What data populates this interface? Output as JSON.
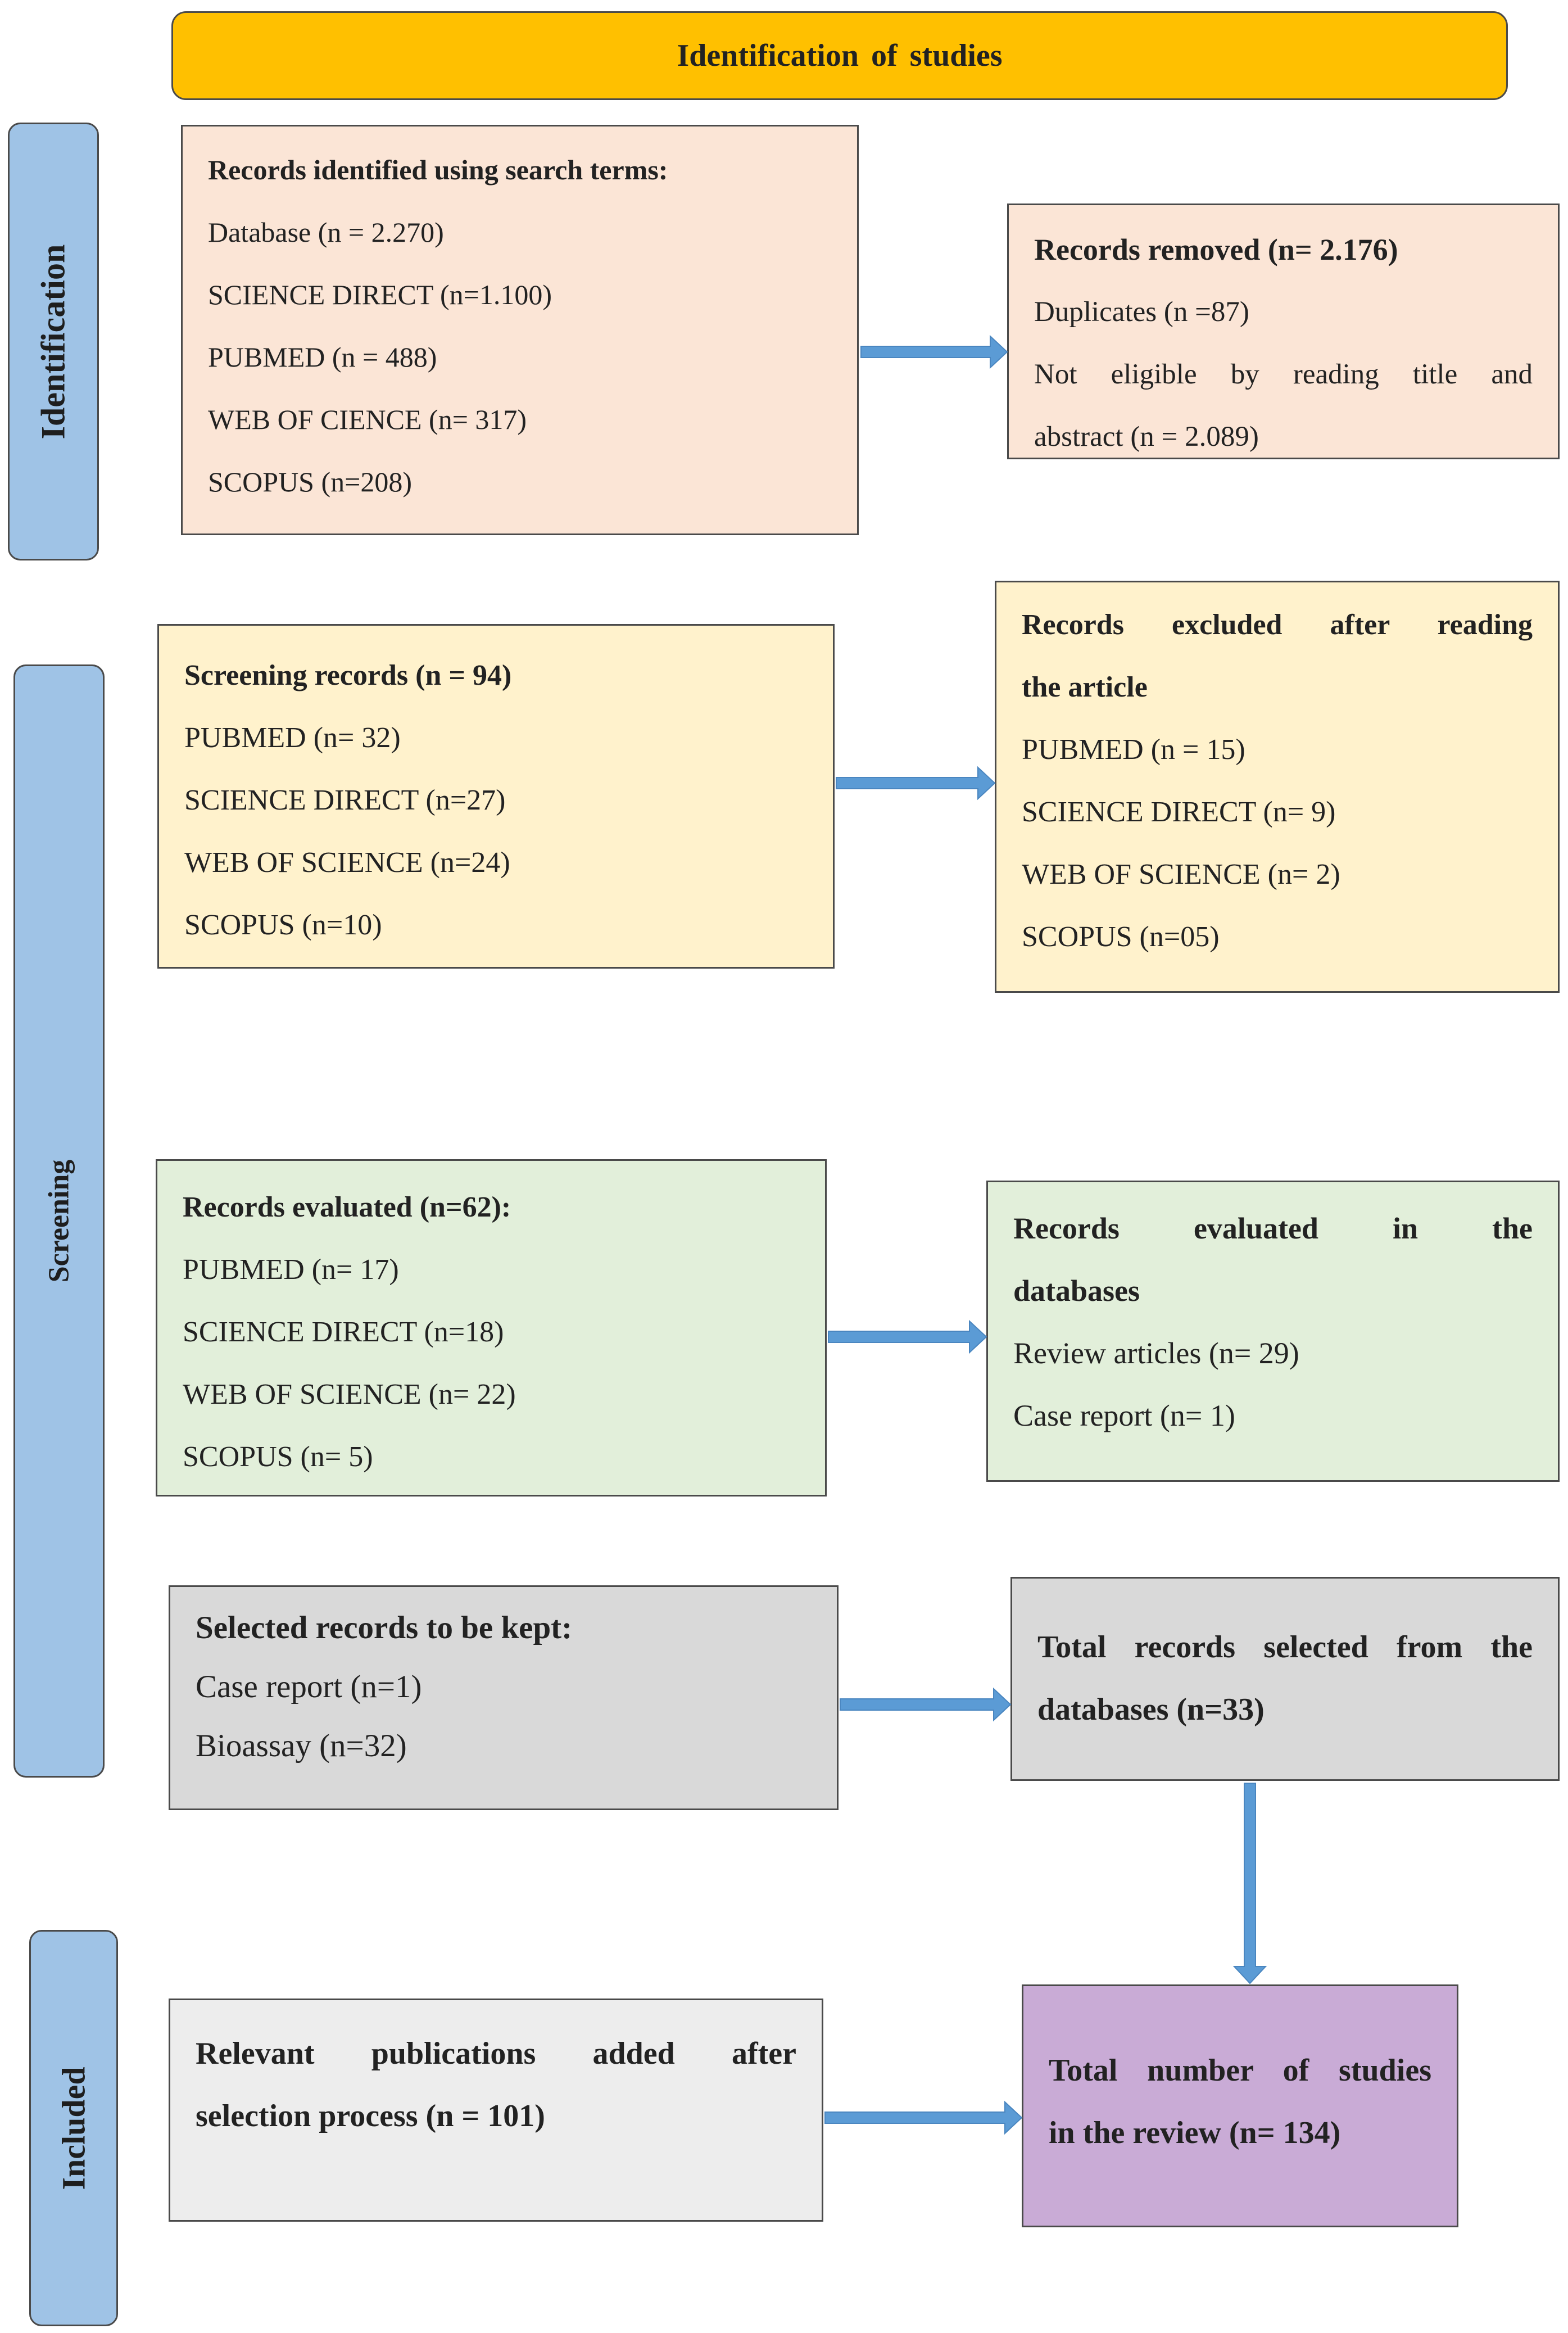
{
  "header": {
    "title": "Identification of studies"
  },
  "stages": {
    "identification": "Identification",
    "screening": "Screening",
    "included": "Included"
  },
  "identified": {
    "title": "Records identified using search terms:",
    "lines": [
      "Database (n = 2.270)",
      "SCIENCE DIRECT (n=1.100)",
      "PUBMED (n = 488)",
      "WEB OF CIENCE (n= 317)",
      "SCOPUS (n=208)"
    ]
  },
  "removed": {
    "title": "Records removed  (n= 2.176)",
    "lines": [
      "Duplicates (n =87)",
      "Not eligible by reading title and",
      "abstract (n = 2.089)"
    ]
  },
  "screening": {
    "title": "Screening records  (n = 94)",
    "lines": [
      "PUBMED (n= 32)",
      "SCIENCE DIRECT (n=27)",
      "WEB OF SCIENCE (n=24)",
      "SCOPUS (n=10)"
    ]
  },
  "excluded": {
    "title_line1": "Records excluded after reading",
    "title_line2": "the article",
    "lines": [
      "PUBMED (n = 15)",
      "SCIENCE DIRECT (n= 9)",
      "WEB OF SCIENCE (n= 2)",
      "SCOPUS (n=05)"
    ]
  },
  "evaluated": {
    "title": "Records evaluated  (n=62):",
    "lines": [
      "PUBMED (n= 17)",
      "SCIENCE DIRECT (n=18)",
      "WEB OF SCIENCE (n= 22)",
      "SCOPUS (n= 5)"
    ]
  },
  "evaluated_db": {
    "line1": "Records evaluated in the",
    "line2": "databases",
    "lines": [
      "Review articles (n= 29)",
      "Case report (n= 1)"
    ]
  },
  "kept": {
    "title": "Selected records to be kept:",
    "lines": [
      "Case report (n=1)",
      "Bioassay (n=32)"
    ]
  },
  "total_selected": {
    "line1": "Total records selected from the",
    "line2": "databases (n=33)"
  },
  "added": {
    "line1": "Relevant publications added after",
    "line2": "selection process (n = 101)"
  },
  "total_review": {
    "line1": "Total number of studies",
    "line2": "in the review (n= 134)"
  },
  "colors": {
    "header": "#ffc000",
    "identification": "#fbe5d6",
    "screening": "#fff2cc",
    "evaluation": "#e2efda",
    "kept": "#d9d9d9",
    "added": "#ededed",
    "included": "#c9abd6",
    "side": "#9fc3e6",
    "arrow": "#5b9bd5"
  }
}
